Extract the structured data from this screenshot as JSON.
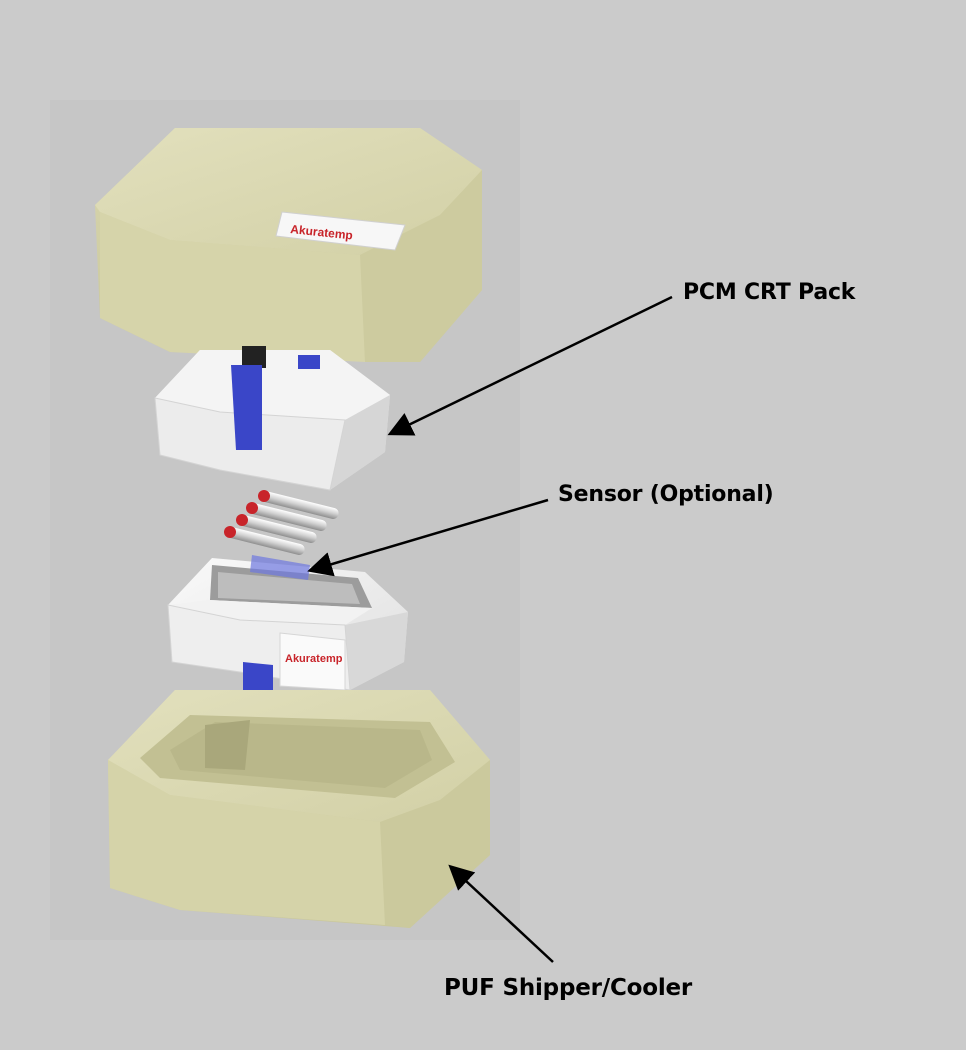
{
  "labels": {
    "pcm_pack": "PCM CRT Pack",
    "sensor": "Sensor (Optional)",
    "shipper": "PUF Shipper/Cooler"
  },
  "brand": {
    "lid_logo_text": "Akuratemp",
    "tray_logo_text": "Akuratemp"
  },
  "colors": {
    "background": "#cbcbcb",
    "foam": "#d8d6b0",
    "pack": "#f1f1f1",
    "strap": "#3a46c8",
    "cap": "#c8242a",
    "arrow": "#000000",
    "brand_red": "#c8242a"
  }
}
